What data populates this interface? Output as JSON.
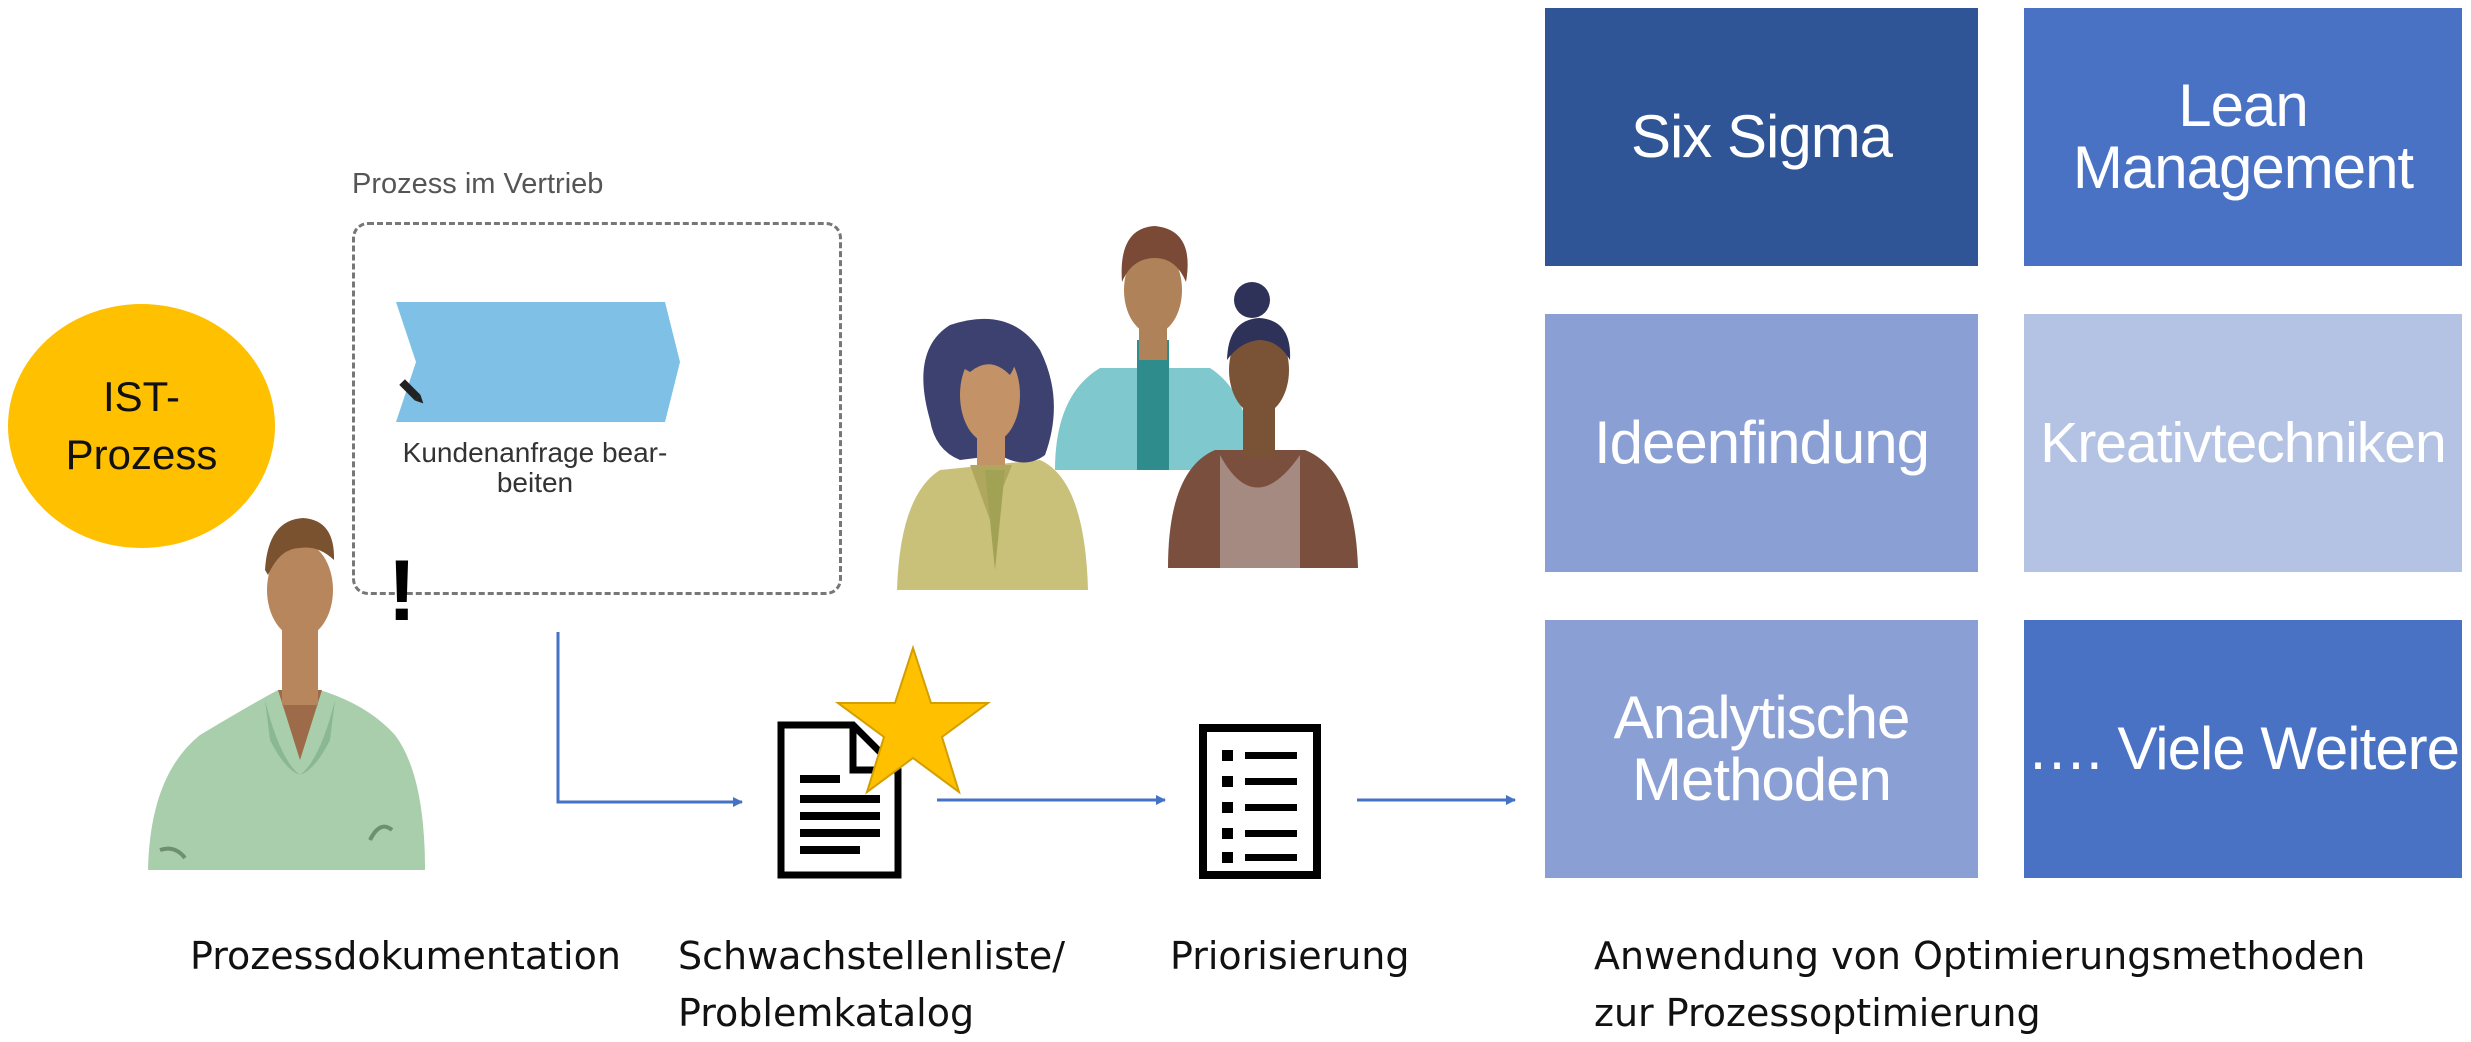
{
  "ist_process": {
    "label": "IST-\nProzess",
    "color": "#FFC000"
  },
  "process_box": {
    "title": "Prozess im Vertrieb",
    "activity_label": "Kundenanfrage bear-\nbeiten",
    "activity_color": "#7FC1E6",
    "exclamation": "!"
  },
  "star_color": "#FFC000",
  "connector_color": "#4472C4",
  "methods": {
    "tiles": [
      {
        "label": "Six Sigma",
        "color": "#2F5597"
      },
      {
        "label": "Lean\nManagement",
        "color": "#4A72C4"
      },
      {
        "label": "Ideenfindung",
        "color": "#8A9FD4"
      },
      {
        "label": "Kreativtechniken",
        "color": "#B4C3E3"
      },
      {
        "label": "Analytische\nMethoden",
        "color": "#8A9FD4"
      },
      {
        "label": "…. Viele Weitere",
        "color": "#4A72C4"
      }
    ]
  },
  "captions": {
    "documentation": "Prozessdokumentation",
    "weakness_list": "Schwachstellenliste/\nProblemkatalog",
    "prioritization": "Priorisierung",
    "application": "Anwendung von Optimierungsmethoden\nzur Prozessoptimierung"
  }
}
